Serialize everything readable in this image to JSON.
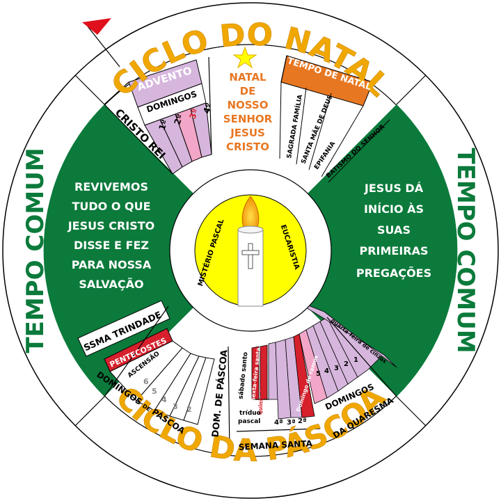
{
  "outer": {
    "natal_title": "CICLO DO NATAL",
    "pascoa_title": "CICLO DA PÁSCOA",
    "comum_left": "TEMPO COMUM",
    "comum_right": "TEMPO COMUM"
  },
  "natal": {
    "advento": "ADVENTO",
    "domingos": "DOMINGOS",
    "advent_sundays": [
      "1º",
      "2º",
      "3º",
      "4º"
    ],
    "cristo_rei": "CRISTO REI",
    "natal_lines": [
      "NATAL",
      "DE",
      "NOSSO",
      "SENHOR",
      "JESUS",
      "CRISTO"
    ],
    "tempo_natal": "TEMPO DE NATAL",
    "feasts": [
      "SAGRADA FAMÍLIA",
      "SANTA MÃE DE DEUS",
      "EPIFANIA",
      "BATISMO DO SENHOR"
    ]
  },
  "comum": {
    "left_lines": [
      "REVIVEMOS",
      "TUDO O QUE",
      "JESUS CRISTO",
      "DISSE E FEZ",
      "PARA NOSSA",
      "SALVAÇÃO"
    ],
    "right_lines": [
      "JESUS DÁ",
      "INÍCIO ÀS",
      "SUAS",
      "PRIMEIRAS",
      "PREGAÇÕES"
    ]
  },
  "center": {
    "left": "MISTÉRIO PASCAL",
    "right": "EUCARISTIA"
  },
  "pascoa": {
    "ssma": "SSMA TRINDADE",
    "pentecostes": "PENTECOSTES",
    "ascensao": "ASCENSÃO",
    "easter_numbers": [
      "6",
      "5",
      "4",
      "3",
      "2"
    ],
    "domingos_pascoa_1": "DOMINGOS",
    "domingos_pascoa_de": "DE",
    "domingos_pascoa_2": "PÁSCOA",
    "dom_pascoa": "DOM. DE PÁSCOA",
    "sabado": "sábado santo",
    "sexta": "sexta-feira santa",
    "quinta": "quinta-feira santa",
    "triduo_1": "tríduo",
    "triduo_2": "pascal",
    "semana_santa": "SEMANA SANTA",
    "holy_week_nums": [
      "4ª",
      "3ª",
      "2ª"
    ],
    "ramos": "Domingo de ramos",
    "lent_nums": [
      "5",
      "4",
      "3",
      "2",
      "1"
    ],
    "domingos": "DOMINGOS",
    "quaresma": "DA QUARESMA",
    "cinzas": "quarta-feira de cinzas"
  },
  "colors": {
    "green": "#0b7a3b",
    "orange_text": "#f0a800",
    "orange_band": "#e87722",
    "lilac": "#d6b6dd",
    "pink": "#f2a6c8",
    "red": "#d6202c",
    "yellow": "#ffff00",
    "flame": "#f5a623"
  }
}
